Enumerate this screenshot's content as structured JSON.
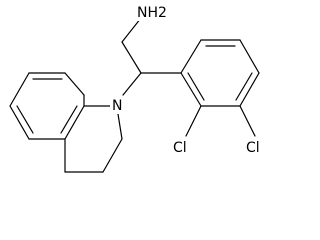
{
  "diagram": {
    "type": "chemical-structure",
    "atoms": {
      "amine": "NH2",
      "ring_nitrogen": "N",
      "chlorine_2": "Cl",
      "chlorine_3": "Cl"
    },
    "colors": {
      "bond": "#000000",
      "label": "#000000",
      "background": "#ffffff"
    }
  }
}
